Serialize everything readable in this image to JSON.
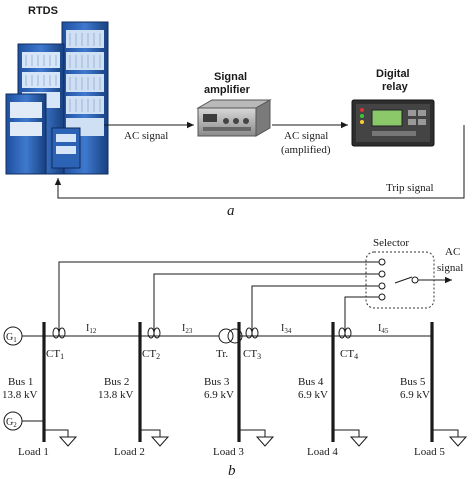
{
  "part_a": {
    "caption": "a",
    "rtds": {
      "label": "RTDS"
    },
    "amplifier": {
      "label_line1": "Signal",
      "label_line2": "amplifier"
    },
    "relay": {
      "label_line1": "Digital",
      "label_line2": "relay"
    },
    "edges": {
      "ac_signal": "AC signal",
      "ac_signal_amp_line1": "AC signal",
      "ac_signal_amp_line2": "(amplified)",
      "trip_signal": "Trip signal"
    }
  },
  "part_b": {
    "caption": "b",
    "selector": {
      "label": "Selector",
      "output_line1": "AC",
      "output_line2": "signal"
    },
    "generators": [
      {
        "label": "G",
        "sub": "1"
      },
      {
        "label": "G",
        "sub": "2"
      }
    ],
    "cts": [
      {
        "label": "CT",
        "sub": "1"
      },
      {
        "label": "CT",
        "sub": "2"
      },
      {
        "label": "CT",
        "sub": "3"
      },
      {
        "label": "CT",
        "sub": "4"
      }
    ],
    "line_currents": [
      {
        "label": "I",
        "sub": "12"
      },
      {
        "label": "I",
        "sub": "23"
      },
      {
        "label": "I",
        "sub": "34"
      },
      {
        "label": "I",
        "sub": "45"
      }
    ],
    "transformer": {
      "label": "Tr."
    },
    "buses": [
      {
        "name": "Bus 1",
        "voltage": "13.8 kV",
        "load": "Load 1"
      },
      {
        "name": "Bus 2",
        "voltage": "13.8 kV",
        "load": "Load 2"
      },
      {
        "name": "Bus 3",
        "voltage": "6.9 kV",
        "load": "Load 3"
      },
      {
        "name": "Bus 4",
        "voltage": "6.9 kV",
        "load": "Load 4"
      },
      {
        "name": "Bus 5",
        "voltage": "6.9 kV",
        "load": "Load 5"
      }
    ]
  }
}
